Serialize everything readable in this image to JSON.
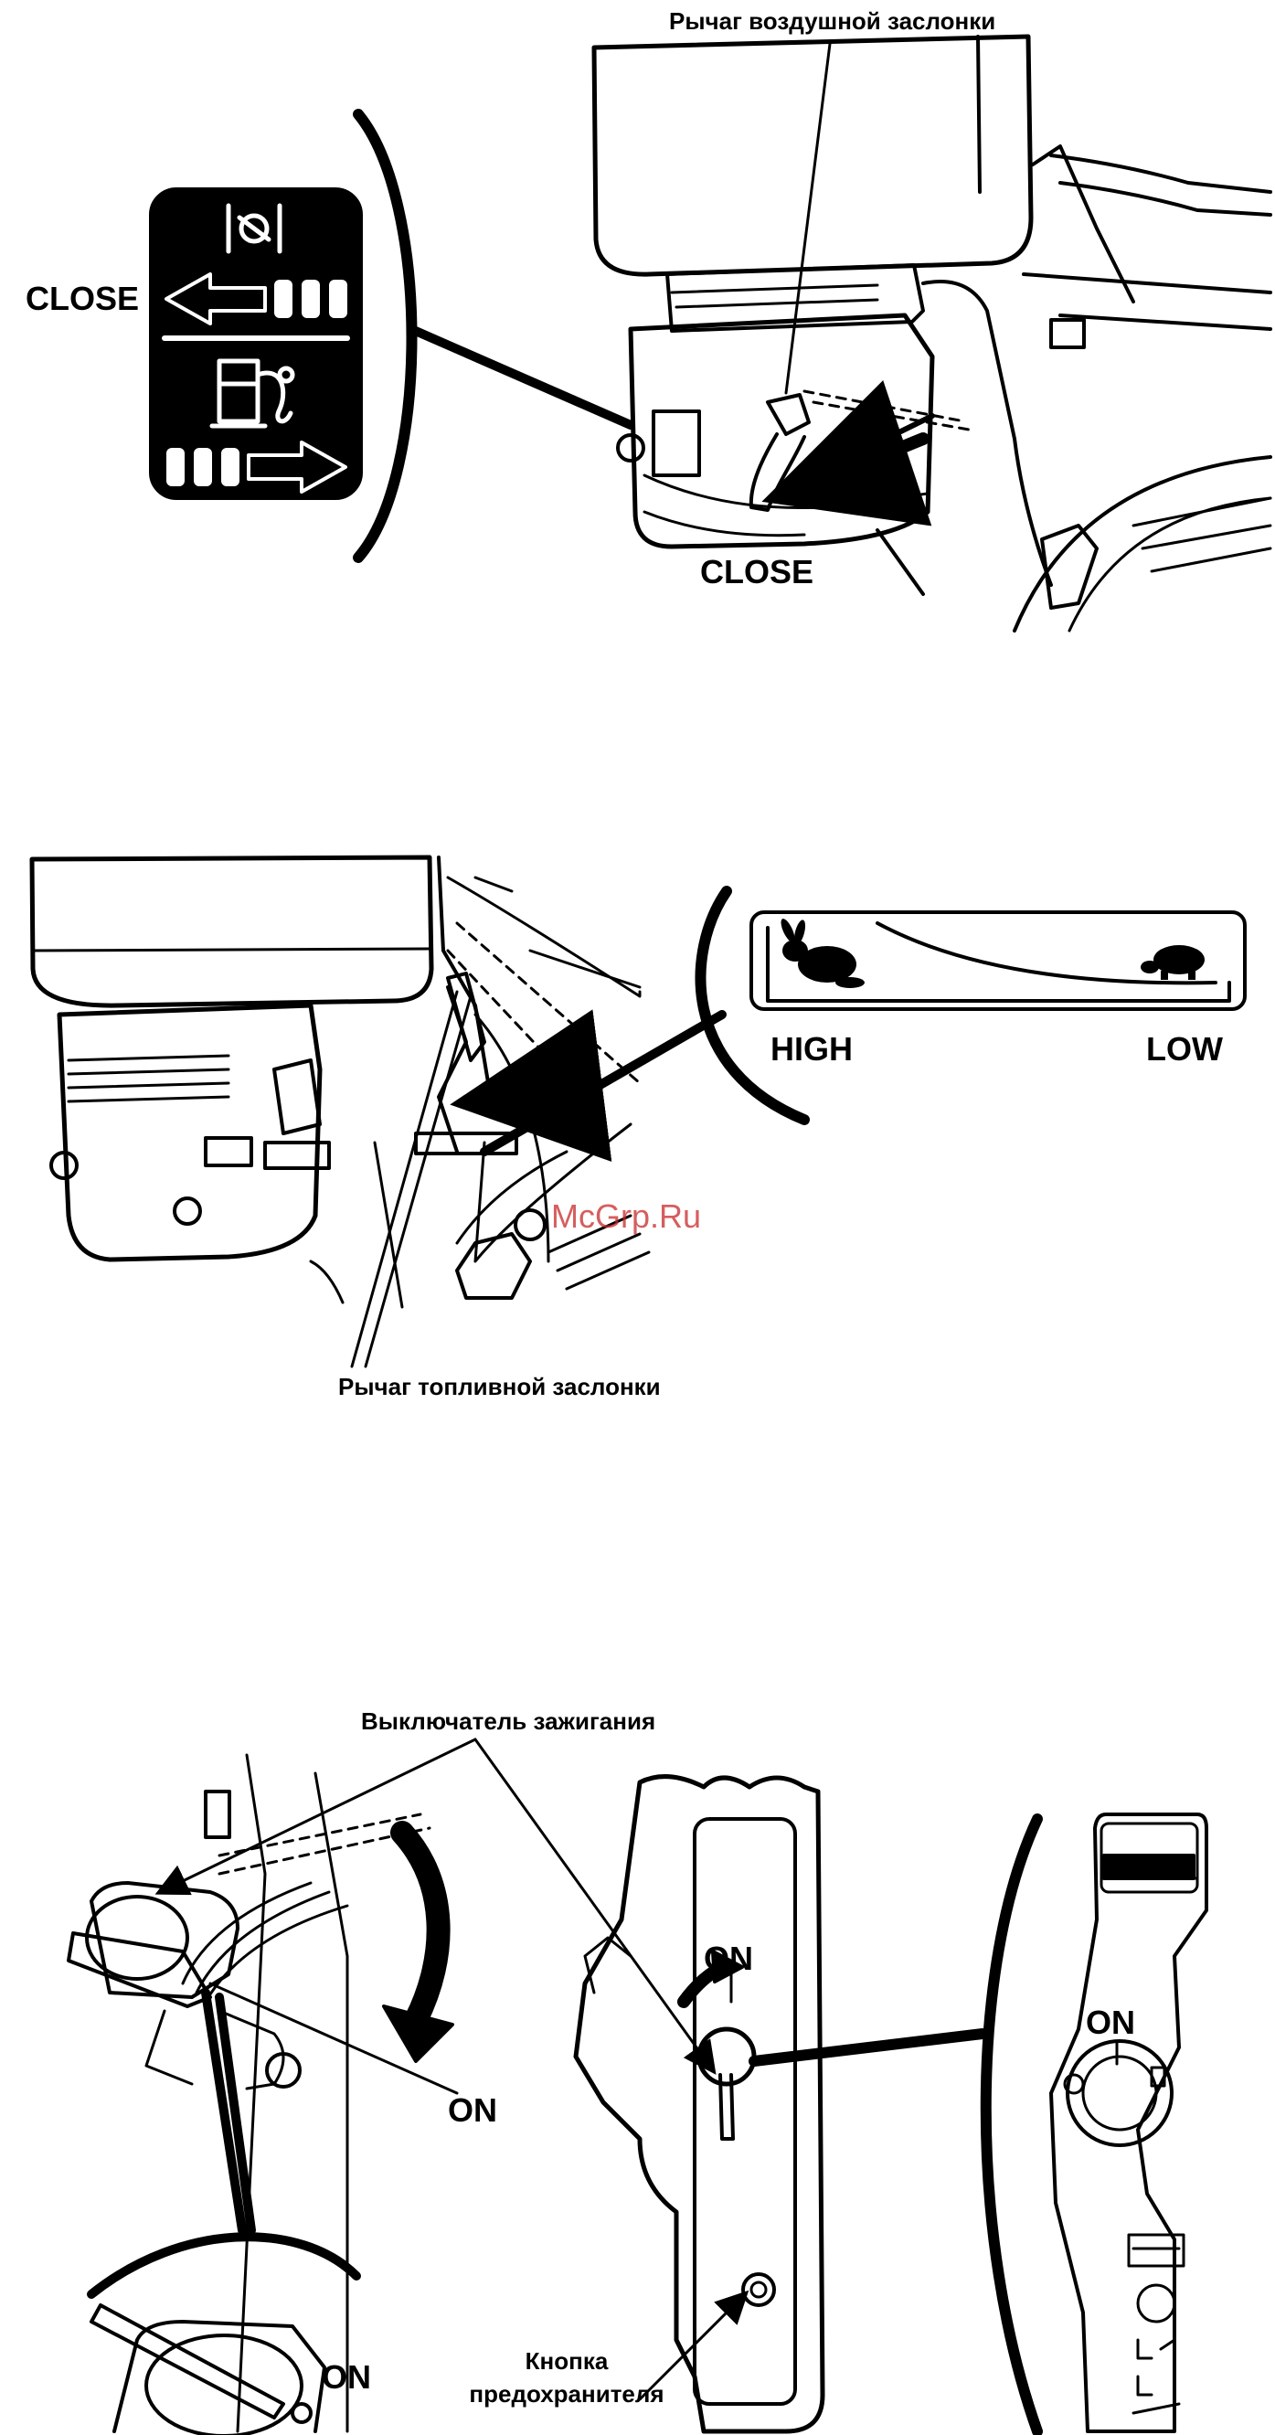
{
  "figure1": {
    "choke_lever_label": "Рычаг воздушной заслонки",
    "close_left_label": "CLOSE",
    "close_bottom_label": "CLOSE",
    "icons": [
      "choke-symbol-icon",
      "fuel-pump-icon",
      "arrow-left-icon",
      "arrow-right-icon"
    ]
  },
  "figure2": {
    "high_label": "HIGH",
    "low_label": "LOW",
    "throttle_lever_label": "Рычаг топливной заслонки",
    "icons": [
      "rabbit-icon",
      "turtle-icon"
    ]
  },
  "figure3": {
    "ignition_switch_label": "Выключатель зажигания",
    "on_label_left": "ON",
    "on_label_bottom": "ON",
    "on_label_box": "ON",
    "on_label_panel": "ON",
    "fuse_button_label_line1": "Кнопка",
    "fuse_button_label_line2": "предохранителя"
  },
  "watermark": "McGrp.Ru"
}
